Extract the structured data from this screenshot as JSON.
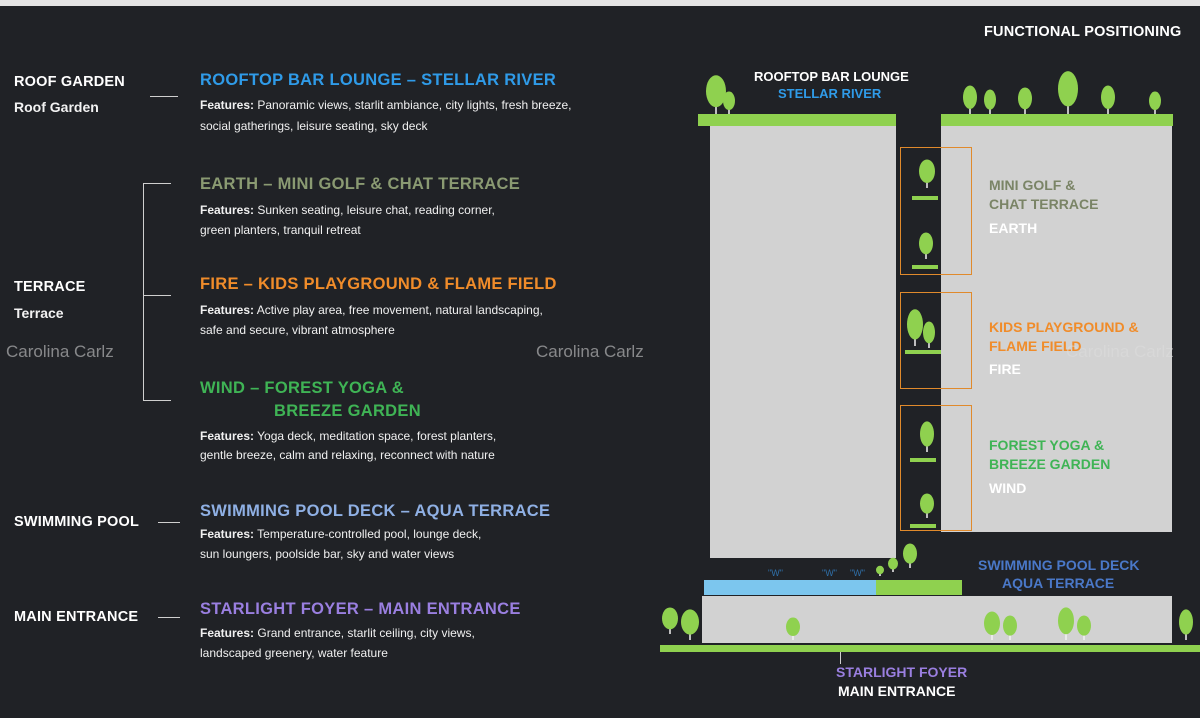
{
  "header": {
    "functional_positioning": "FUNCTIONAL POSITIONING"
  },
  "watermark": "Carolina Carlz",
  "categories": {
    "roof_garden": {
      "en": "ROOF GARDEN",
      "sub": "Roof Garden"
    },
    "terrace": {
      "en": "TERRACE",
      "sub": "Terrace"
    },
    "swimming_pool": {
      "en": "SWIMMING POOL"
    },
    "main_entrance": {
      "en": "MAIN ENTRANCE"
    }
  },
  "features_label": "Features:",
  "sections": [
    {
      "title": "ROOFTOP BAR LOUNGE – STELLAR RIVER",
      "color": "#2f9be8",
      "features_line1": "Panoramic views, starlit ambiance, city lights, fresh breeze,",
      "features_line2": "social gatherings, leisure seating, sky deck"
    },
    {
      "title": "EARTH – MINI GOLF & CHAT TERRACE",
      "color": "#8a9a72",
      "features_line1": "Sunken seating, leisure chat, reading corner,",
      "features_line2": "green planters, tranquil retreat"
    },
    {
      "title": "FIRE – KIDS PLAYGROUND & FLAME FIELD",
      "color": "#f08c2a",
      "features_line1": "Active play area, free movement, natural landscaping,",
      "features_line2": "safe and secure, vibrant atmosphere"
    },
    {
      "title_line1": "WIND – FOREST YOGA &",
      "title_line2": "BREEZE GARDEN",
      "color": "#3fb455",
      "features_line1": "Yoga deck, meditation space, forest planters,",
      "features_line2": "gentle breeze, calm and relaxing, reconnect with nature"
    },
    {
      "title": "SWIMMING POOL DECK – AQUA TERRACE",
      "color": "#8fb0e4",
      "features_line1": "Temperature-controlled pool, lounge deck,",
      "features_line2": "sun loungers, poolside bar, sky and water views"
    },
    {
      "title": "STARLIGHT FOYER – MAIN ENTRANCE",
      "color": "#9a7fe0",
      "features_line1": "Grand entrance, starlit ceiling, city views,",
      "features_line2": "landscaped greenery, water feature"
    }
  ],
  "diagram": {
    "rooftop_line1": "ROOFTOP BAR LOUNGE",
    "rooftop_line2": "STELLAR RIVER",
    "earth_line1": "MINI GOLF &",
    "earth_line2": "CHAT TERRACE",
    "earth_sub": "EARTH",
    "fire_line1": "KIDS PLAYGROUND &",
    "fire_line2": "FLAME FIELD",
    "fire_sub": "FIRE",
    "wind_line1": "FOREST YOGA &",
    "wind_line2": "BREEZE GARDEN",
    "wind_sub": "WIND",
    "pool_line1": "SWIMMING POOL DECK",
    "pool_line2": "AQUA TERRACE",
    "foyer_line1": "STARLIGHT FOYER",
    "foyer_line2": "MAIN ENTRANCE",
    "pool_water_marks": [
      "\"W\"",
      "\"W\"",
      "\"W\""
    ]
  },
  "colors": {
    "background": "#202226",
    "roof_green": "#8fd14f",
    "tree_green": "#8fd14f",
    "building_gray": "#d2d2d2",
    "pool_blue": "#7cc6ee",
    "box_orange": "#e08a2c"
  }
}
